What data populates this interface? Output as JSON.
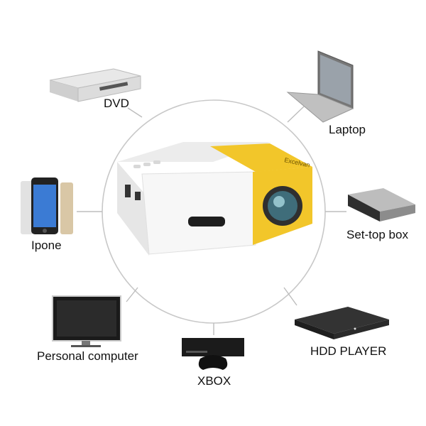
{
  "center_device": {
    "brand_text": "Excelvan",
    "colors": {
      "body": "#f4f4f4",
      "accent": "#f2c62a",
      "lens": "#3f6d7a"
    }
  },
  "connection_ring_color": "#c8c8c8",
  "devices": [
    {
      "key": "dvd",
      "label": "DVD",
      "icon": "dvd-player-icon"
    },
    {
      "key": "laptop",
      "label": "Laptop",
      "icon": "laptop-icon"
    },
    {
      "key": "setup_box",
      "label": "Set-top box",
      "icon": "set-top-box-icon"
    },
    {
      "key": "iphone",
      "label": "Ipone",
      "icon": "smartphone-icon"
    },
    {
      "key": "pc",
      "label": "Personal computer",
      "icon": "monitor-icon"
    },
    {
      "key": "xbox",
      "label": "XBOX",
      "icon": "game-console-icon"
    },
    {
      "key": "hdd",
      "label": "HDD PLAYER",
      "icon": "hdd-player-icon"
    }
  ]
}
